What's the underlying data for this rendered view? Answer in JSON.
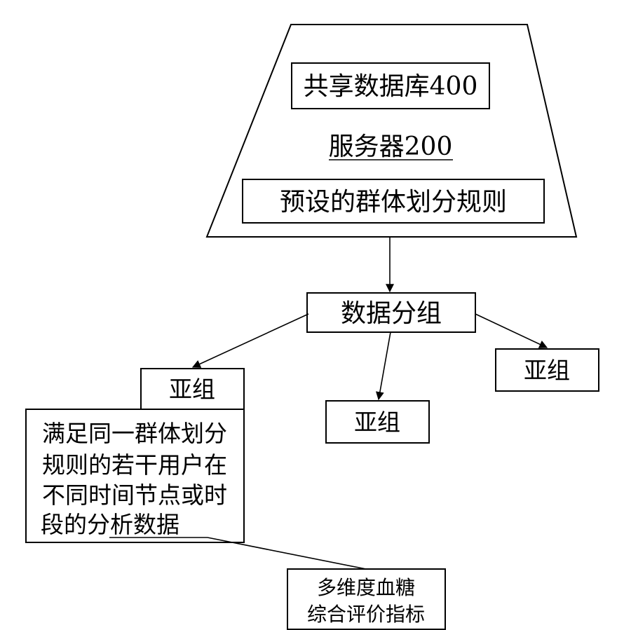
{
  "server": {
    "database_label": "共享数据库400",
    "server_label": "服务器200",
    "rule_label": "预设的群体划分规则"
  },
  "grouping": {
    "label": "数据分组"
  },
  "subgroups": [
    {
      "label": "亚组"
    },
    {
      "label": "亚组"
    },
    {
      "label": "亚组"
    }
  ],
  "subgroup_detail": {
    "lines": [
      "满足同一群体划分",
      "规则的若干用户在",
      "不同时间节点或时"
    ],
    "last_line_prefix": "段的",
    "last_line_underlined": "分析数据"
  },
  "indicator": {
    "lines": [
      "多维度血糖",
      "综合评价指标"
    ]
  }
}
